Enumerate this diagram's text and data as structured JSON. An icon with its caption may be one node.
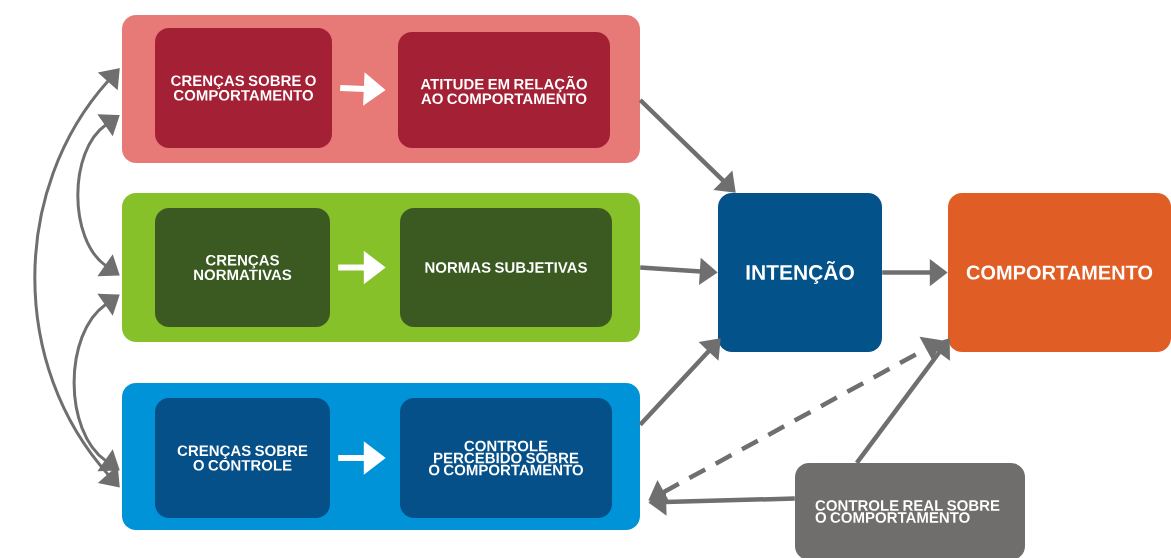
{
  "diagram": {
    "nodes": [
      {
        "text": [],
        "shape": "box"
      },
      {
        "text": [
          "CRENÇAS SOBRE O COMPORTAMENTO"
        ],
        "in": 0
      },
      {
        "text": [
          "ATITUDE EM RELAÇÃO AO COMPORTAMENTO"
        ],
        "in": 0
      },
      {
        "text": [],
        "shape": "box"
      },
      {
        "text": [
          "CRENÇAS NORMATIVAS"
        ],
        "in": 3
      },
      {
        "text": [
          "NORMAS SUBJETIVAS"
        ],
        "in": 3
      },
      {
        "text": [],
        "shape": "box"
      },
      {
        "text": [
          "CRENÇAS SOBRE O CONTROLE"
        ],
        "in": 6
      },
      {
        "text": [
          "CONTROLE PERCEBIDO SOBRE O COMPORTAMENTO"
        ],
        "in": 6
      },
      {
        "text": [
          "INTENÇÃO"
        ]
      },
      {
        "text": [
          "COMPORTAMENTO"
        ]
      },
      {
        "text": [
          "CONTROLE REAL SOBRE O COMPORTAMENTO"
        ]
      }
    ],
    "edges": [
      {
        "from": 1,
        "to": 2,
        "arrow": "to",
        "color": "#ffffff"
      },
      {
        "from": 4,
        "to": 5,
        "arrow": "to",
        "color": "#ffffff"
      },
      {
        "from": 7,
        "to": 8,
        "arrow": "to",
        "color": "#ffffff"
      },
      {
        "from": 0,
        "to": 9,
        "arrow": "to"
      },
      {
        "from": 3,
        "to": 9,
        "arrow": "to"
      },
      {
        "from": 6,
        "to": 9,
        "arrow": "to"
      },
      {
        "from": 9,
        "to": 10,
        "arrow": "to"
      },
      {
        "from": 6,
        "to": 10,
        "arrow": "both",
        "style": "dashed"
      },
      {
        "from": 11,
        "to": 10,
        "arrow": "to"
      },
      {
        "from": 11,
        "to": 6,
        "arrow": "to"
      },
      {
        "from": 0,
        "to": 3,
        "arrow": "both"
      },
      {
        "from": 3,
        "to": 6,
        "arrow": "both"
      },
      {
        "from": 0,
        "to": 6,
        "arrow": "both"
      }
    ]
  }
}
